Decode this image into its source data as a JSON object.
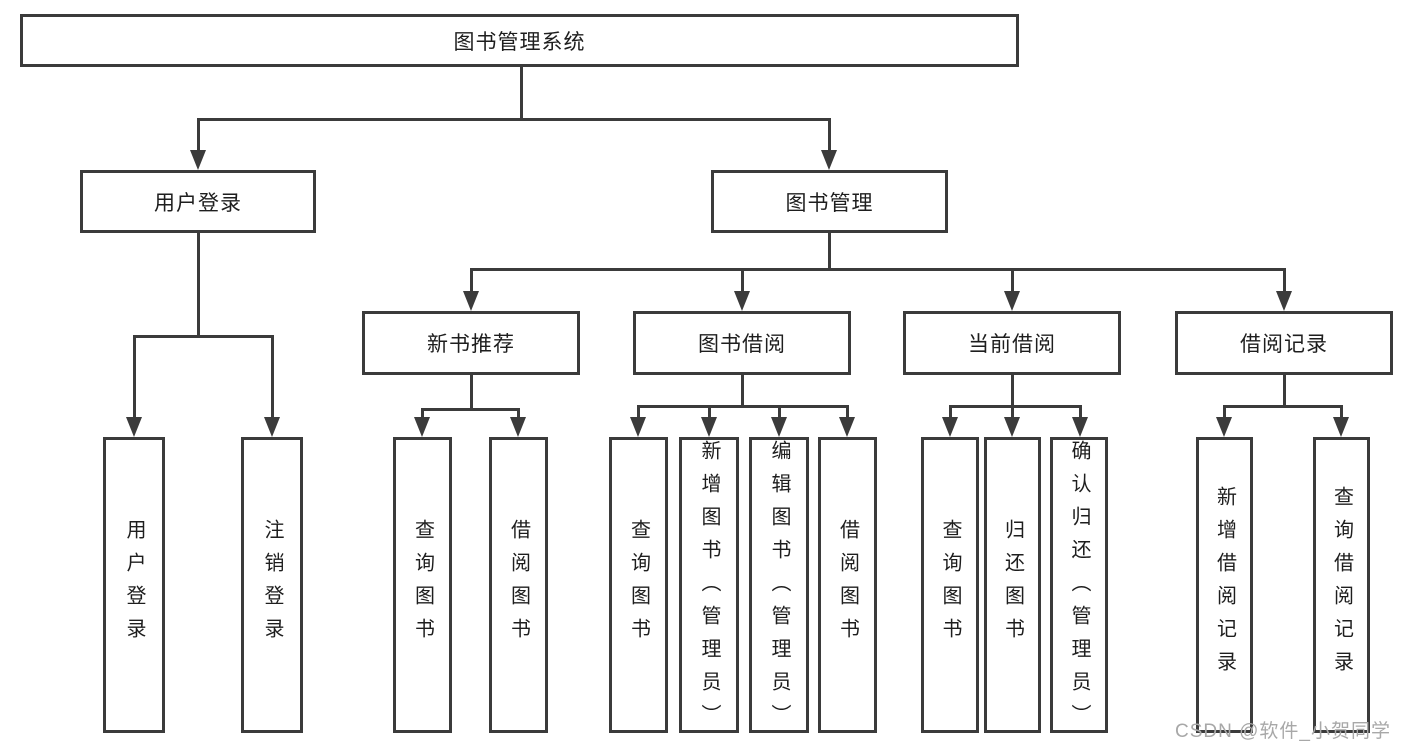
{
  "diagram": {
    "root": "图书管理系统",
    "level2": [
      "用户登录",
      "图书管理"
    ],
    "level3": [
      "新书推荐",
      "图书借阅",
      "当前借阅",
      "借阅记录"
    ],
    "leaves": {
      "user_login": [
        "用户登录",
        "注销登录"
      ],
      "new_book": [
        "查询图书",
        "借阅图书"
      ],
      "book_borrow": [
        "查询图书",
        "新增图书（管理员）",
        "编辑图书（管理员）",
        "借阅图书"
      ],
      "current_borrow": [
        "查询图书",
        "归还图书",
        "确认归还（管理员）"
      ],
      "borrow_records": [
        "新增借阅记录",
        "查询借阅记录"
      ]
    }
  },
  "watermark": {
    "text": "CSDN @软件_小贺同学"
  },
  "colors": {
    "line": "#3b3b3b",
    "box_border": "#3b3b3b",
    "box_bg": "#ffffff",
    "text": "#1e1e1e",
    "watermark": "#a8a8a8"
  }
}
